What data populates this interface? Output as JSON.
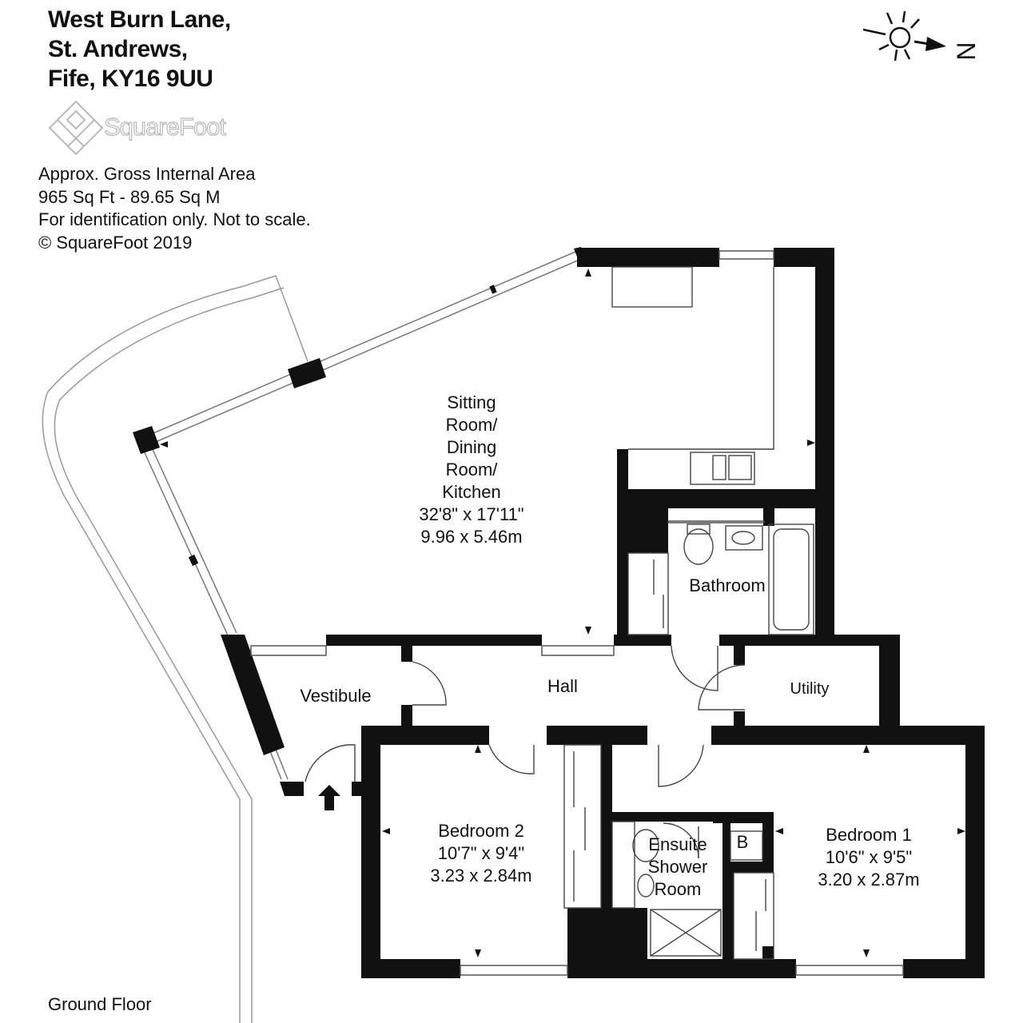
{
  "address": {
    "line1": "West Burn Lane,",
    "line2": "St. Andrews,",
    "line3": "Fife, KY16 9UU"
  },
  "logo": {
    "text": "SquareFoot"
  },
  "area_info": {
    "line1": "Approx. Gross Internal Area",
    "line2": "965 Sq Ft  -  89.65 Sq M",
    "line3": "For identification only. Not to scale.",
    "line4": "© SquareFoot 2019"
  },
  "compass": {
    "letter": "N"
  },
  "rooms": {
    "sitting": {
      "l1": "Sitting",
      "l2": "Room/",
      "l3": "Dining",
      "l4": "Room/",
      "l5": "Kitchen",
      "imperial": "32'8\" x 17'11\"",
      "metric": "9.96 x 5.46m"
    },
    "bathroom": {
      "name": "Bathroom"
    },
    "vestibule": {
      "name": "Vestibule"
    },
    "hall": {
      "name": "Hall"
    },
    "utility": {
      "name": "Utility"
    },
    "bedroom2": {
      "name": "Bedroom 2",
      "imperial": "10'7\" x 9'4\"",
      "metric": "3.23 x 2.84m"
    },
    "ensuite": {
      "l1": "Ensuite",
      "l2": "Shower",
      "l3": "Room"
    },
    "boiler": {
      "label": "B"
    },
    "bedroom1": {
      "name": "Bedroom 1",
      "imperial": "10'6\" x 9'5\"",
      "metric": "3.20 x 2.87m"
    }
  },
  "floor": {
    "label": "Ground Floor"
  }
}
